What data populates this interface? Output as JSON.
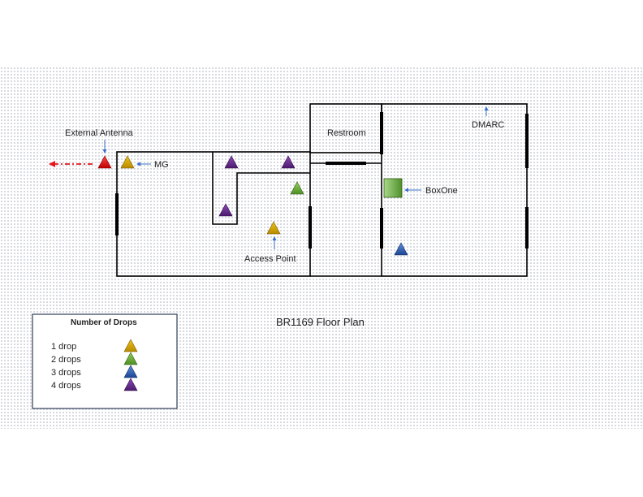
{
  "title": "BR1169 Floor Plan",
  "labels": {
    "external_antenna": "External Antenna",
    "mg": "MG",
    "access_point": "Access Point",
    "restroom": "Restroom",
    "dmarc": "DMARC",
    "boxone": "BoxOne"
  },
  "legend": {
    "title": "Number of Drops",
    "items": [
      {
        "label": "1 drop",
        "color": "#d6a200"
      },
      {
        "label": "2 drops",
        "color": "#6fb43f"
      },
      {
        "label": "3 drops",
        "color": "#2e63b8"
      },
      {
        "label": "4 drops",
        "color": "#6a2c91"
      }
    ]
  },
  "colors": {
    "antenna": "#e8141a",
    "boxone": "#7ab648",
    "arrow": "#3a6fc9",
    "wall": "#000000"
  }
}
